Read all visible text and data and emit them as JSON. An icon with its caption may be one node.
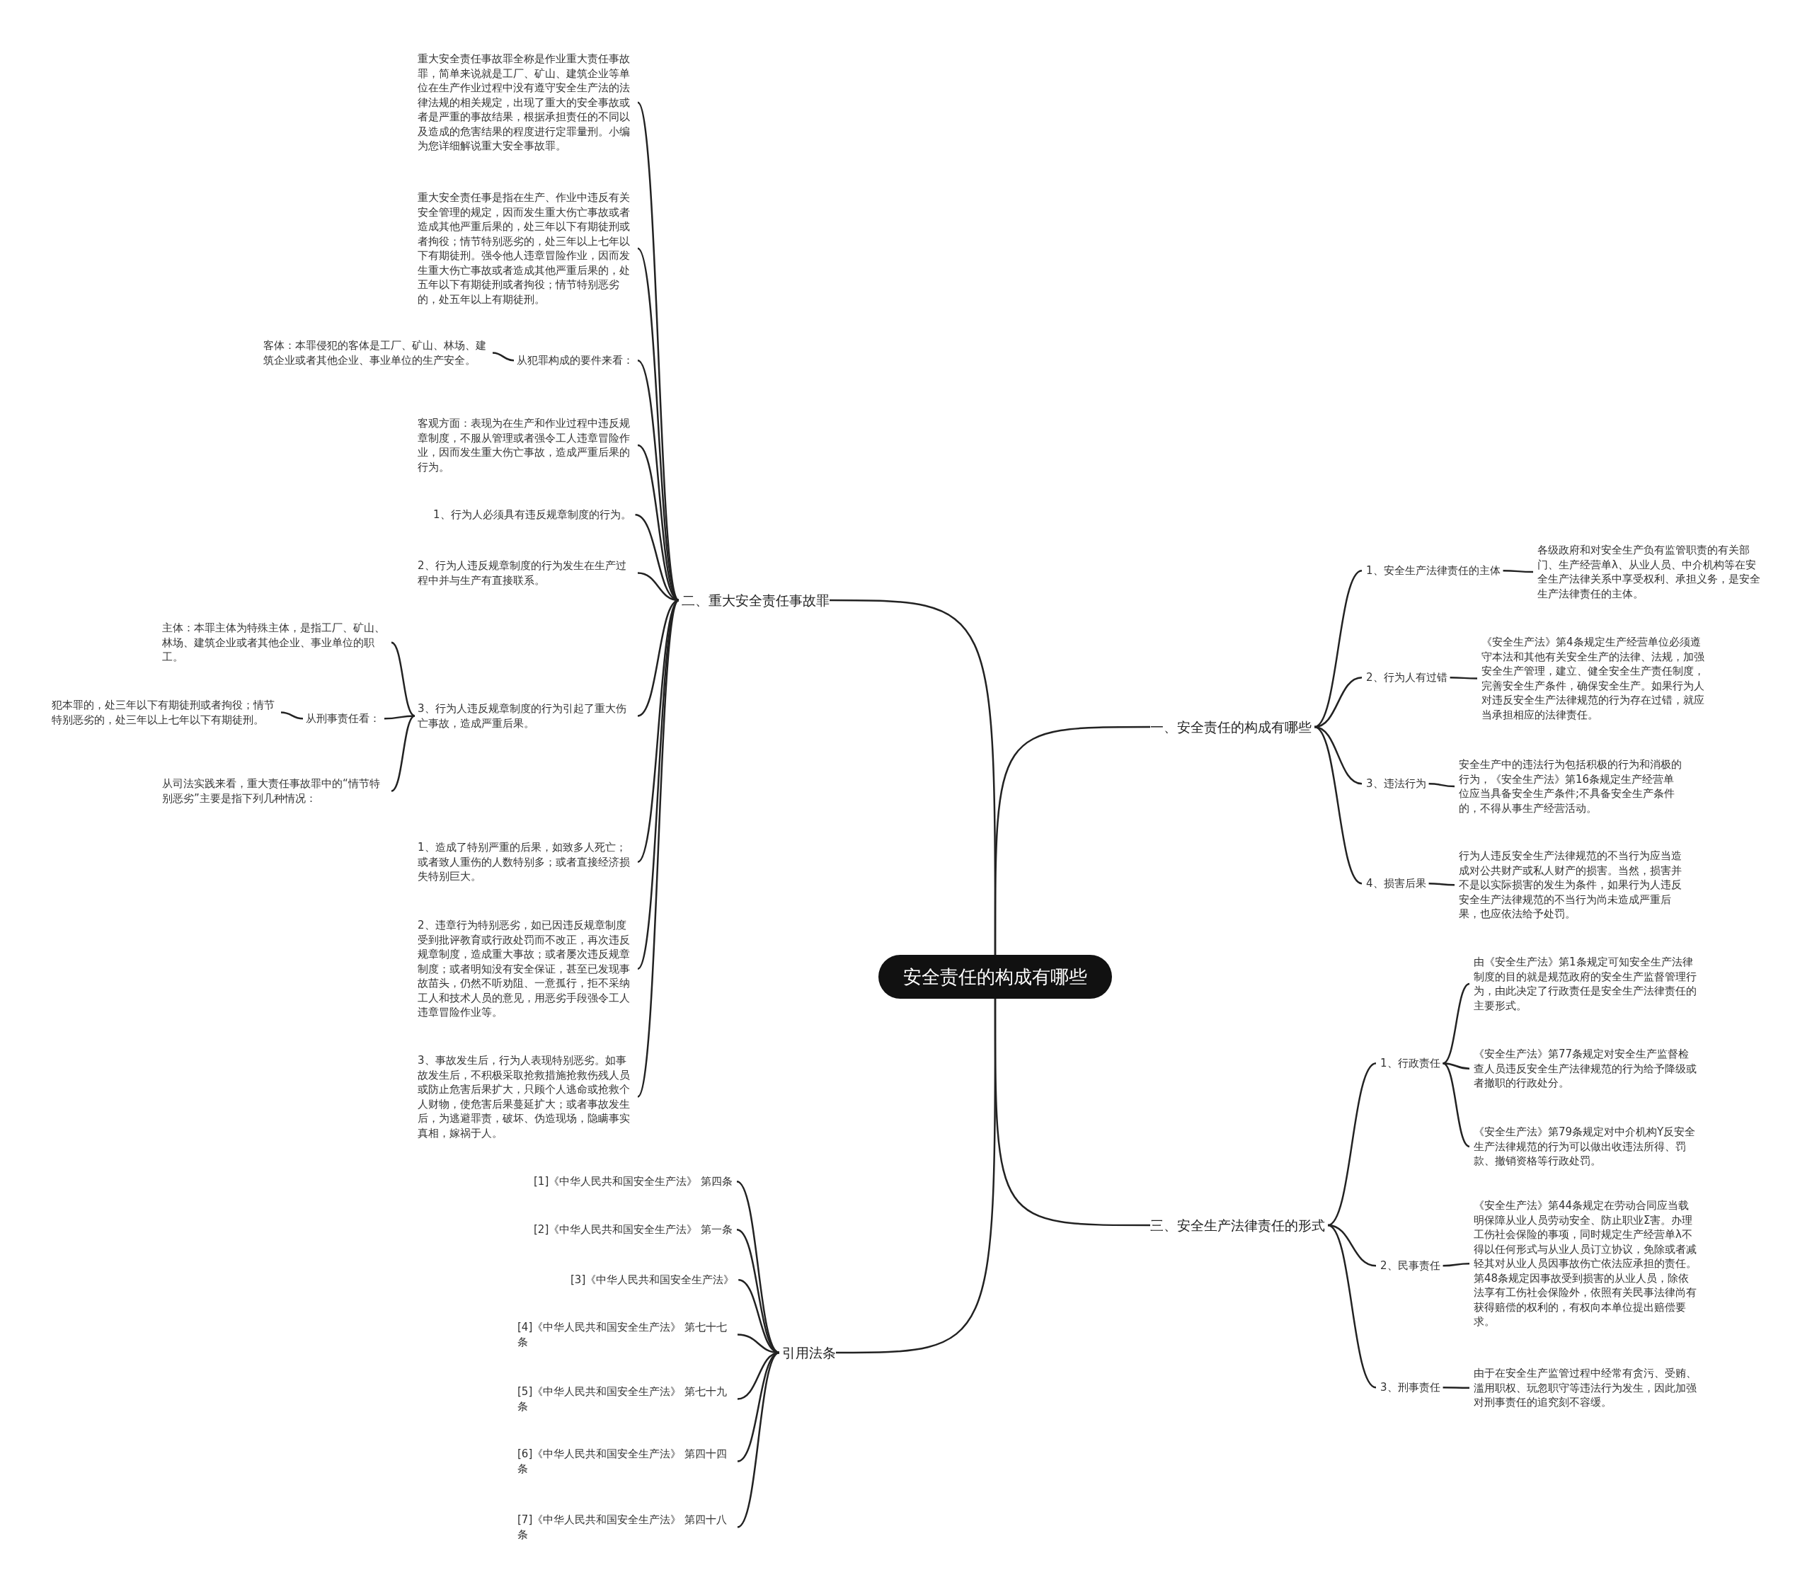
{
  "diagram": {
    "nodes": [
      {
        "text": [
          "安全责任的构成有哪些"
        ]
      },
      {
        "text": [
          "二、重大安全责任事故罪"
        ]
      },
      {
        "text": [
          "重大安全责任事故罪全称是作业重大责任事故罪，简单来说就是工厂、矿山、建筑企业等单位在生产作业过程中没有遵守安全生产法的法律法规的相关规定，出现了重大的安全事故或者是严重的事故结果，根据承担责任的不同以及造成的危害结果的程度进行定罪量刑。小编为您详细解说重大安全事故罪。"
        ]
      },
      {
        "text": [
          "重大安全责任事是指在生产、作业中违反有关安全管理的规定，因而发生重大伤亡事故或者造成其他严重后果的，处三年以下有期徒刑或者拘役；情节特别恶劣的，处三年以上七年以下有期徒刑。强令他人违章冒险作业，因而发生重大伤亡事故或者造成其他严重后果的，处五年以下有期徒刑或者拘役；情节特别恶劣的，处五年以上有期徒刑。"
        ]
      },
      {
        "text": [
          "从犯罪构成的要件来看："
        ]
      },
      {
        "text": [
          "客体：本罪侵犯的客体是工厂、矿山、林场、建筑企业或者其他企业、事业单位的生产安全。"
        ]
      },
      {
        "text": [
          "客观方面：表现为在生产和作业过程中违反规章制度，不服从管理或者强令工人违章冒险作业，因而发生重大伤亡事故，造成严重后果的行为。"
        ]
      },
      {
        "text": [
          "1、行为人必须具有违反规章制度的行为。"
        ]
      },
      {
        "text": [
          "2、行为人违反规章制度的行为发生在生产过程中并与生产有直接联系。"
        ]
      },
      {
        "text": [
          "3、行为人违反规章制度的行为引起了重大伤亡事故，造成严重后果。"
        ]
      },
      {
        "text": [
          "主体：本罪主体为特殊主体，是指工厂、矿山、林场、建筑企业或者其他企业、事业单位的职工。"
        ]
      },
      {
        "text": [
          "从刑事责任看："
        ]
      },
      {
        "text": [
          "犯本罪的，处三年以下有期徒刑或者拘役；情节特别恶劣的，处三年以上七年以下有期徒刑。"
        ]
      },
      {
        "text": [
          "从司法实践来看，重大责任事故罪中的“情节特别恶劣”主要是指下列几种情况："
        ]
      },
      {
        "text": [
          "1、造成了特别严重的后果，如致多人死亡；或者致人重伤的人数特别多；或者直接经济损失特别巨大。"
        ]
      },
      {
        "text": [
          "2、违章行为特别恶劣，如已因违反规章制度受到批评教育或行政处罚而不改正，再次违反规章制度，造成重大事故；或者屡次违反规章制度；或者明知没有安全保证，甚至已发现事故苗头，仍然不听劝阻、一意孤行，拒不采纳工人和技术人员的意见，用恶劣手段强令工人违章冒险作业等。"
        ]
      },
      {
        "text": [
          "3、事故发生后，行为人表现特别恶劣。如事故发生后，不积极采取抢救措施抢救伤残人员或防止危害后果扩大，只顾个人逃命或抢救个人财物，使危害后果蔓延扩大；或者事故发生后，为逃避罪责，破坏、伪造现场，隐瞒事实真相，嫁祸于人。"
        ]
      },
      {
        "text": [
          "一、安全责任的构成有哪些"
        ]
      },
      {
        "text": [
          "1、安全生产法律责任的主体"
        ]
      },
      {
        "text": [
          "各级政府和对安全生产负有监管职责的有关部门、生产经营单λ、从业人员、中介机构等在安全生产法律关系中享受权利、承担义务，是安全生产法律责任的主体。"
        ]
      },
      {
        "text": [
          "2、行为人有过错"
        ]
      },
      {
        "text": [
          "《安全生产法》第4条规定生产经营单位必须遵守本法和其他有关安全生产的法律、法规，加强安全生产管理，建立、健全安全生产责任制度，完善安全生产条件，确保安全生产。如果行为人对违反安全生产法律规范的行为存在过错，就应当承担相应的法律责任。"
        ]
      },
      {
        "text": [
          "3、违法行为"
        ]
      },
      {
        "text": [
          "安全生产中的违法行为包括积极的行为和消极的行为，《安全生产法》第16条规定生产经营单位应当具备安全生产条件;不具备安全生产条件的，不得从事生产经营活动。"
        ]
      },
      {
        "text": [
          "4、损害后果"
        ]
      },
      {
        "text": [
          "行为人违反安全生产法律规范的不当行为应当造成对公共财产或私人财产的损害。当然，损害并不是以实际损害的发生为条件，如果行为人违反安全生产法律规范的不当行为尚未造成严重后果，也应依法给予处罚。"
        ]
      },
      {
        "text": [
          "三、安全生产法律责任的形式"
        ]
      },
      {
        "text": [
          "1、行政责任"
        ]
      },
      {
        "text": [
          "由《安全生产法》第1条规定可知安全生产法律制度的目的就是规范政府的安全生产监督管理行为，由此决定了行政责任是安全生产法律责任的主要形式。"
        ]
      },
      {
        "text": [
          "《安全生产法》第77条规定对安全生产监督检查人员违反安全生产法律规范的行为给予降级或者撤职的行政处分。"
        ]
      },
      {
        "text": [
          "《安全生产法》第79条规定对中介机构Y反安全生产法律规范的行为可以做出收违法所得、罚款、撤销资格等行政处罚。"
        ]
      },
      {
        "text": [
          "2、民事责任"
        ]
      },
      {
        "text": [
          "《安全生产法》第44条规定在劳动合同应当载明保障从业人员劳动安全、防止职业Σ害。办理工伤社会保险的事项，同时规定生产经营单λ不得以任何形式与从业人员订立协议，免除或者减轻其对从业人员因事故伤亡依法应承担的责任。第48条规定因事故受到损害的从业人员，除依法享有工伤社会保险外，依照有关民事法律尚有获得赔偿的权利的，有权向本单位提出赔偿要求。"
        ]
      },
      {
        "text": [
          "3、刑事责任"
        ]
      },
      {
        "text": [
          "由于在安全生产监管过程中经常有贪污、受贿、滥用职权、玩忽职守等违法行为发生，因此加强对刑事责任的追究刻不容缓。"
        ]
      },
      {
        "text": [
          "引用法条"
        ]
      },
      {
        "text": [
          "[1]《中华人民共和国安全生产法》 第四条"
        ]
      },
      {
        "text": [
          "[2]《中华人民共和国安全生产法》 第一条"
        ]
      },
      {
        "text": [
          "[3]《中华人民共和国安全生产法》"
        ]
      },
      {
        "text": [
          "[4]《中华人民共和国安全生产法》 第七十七条"
        ]
      },
      {
        "text": [
          "[5]《中华人民共和国安全生产法》 第七十九条"
        ]
      },
      {
        "text": [
          "[6]《中华人民共和国安全生产法》 第四十四条"
        ]
      },
      {
        "text": [
          "[7]《中华人民共和国安全生产法》 第四十八条"
        ]
      }
    ],
    "edges": [
      {
        "from": 0,
        "to": 1,
        "arrow": "none"
      },
      {
        "from": 1,
        "to": 2,
        "arrow": "none"
      },
      {
        "from": 1,
        "to": 3,
        "arrow": "none"
      },
      {
        "from": 1,
        "to": 4,
        "arrow": "none"
      },
      {
        "from": 4,
        "to": 5,
        "arrow": "none"
      },
      {
        "from": 1,
        "to": 6,
        "arrow": "none"
      },
      {
        "from": 1,
        "to": 7,
        "arrow": "none"
      },
      {
        "from": 1,
        "to": 8,
        "arrow": "none"
      },
      {
        "from": 1,
        "to": 9,
        "arrow": "none"
      },
      {
        "from": 9,
        "to": 10,
        "arrow": "none"
      },
      {
        "from": 9,
        "to": 11,
        "arrow": "none"
      },
      {
        "from": 11,
        "to": 12,
        "arrow": "none"
      },
      {
        "from": 9,
        "to": 13,
        "arrow": "none"
      },
      {
        "from": 1,
        "to": 14,
        "arrow": "none"
      },
      {
        "from": 1,
        "to": 15,
        "arrow": "none"
      },
      {
        "from": 1,
        "to": 16,
        "arrow": "none"
      },
      {
        "from": 0,
        "to": 17,
        "arrow": "none"
      },
      {
        "from": 17,
        "to": 18,
        "arrow": "none"
      },
      {
        "from": 18,
        "to": 19,
        "arrow": "none"
      },
      {
        "from": 17,
        "to": 20,
        "arrow": "none"
      },
      {
        "from": 20,
        "to": 21,
        "arrow": "none"
      },
      {
        "from": 17,
        "to": 22,
        "arrow": "none"
      },
      {
        "from": 22,
        "to": 23,
        "arrow": "none"
      },
      {
        "from": 17,
        "to": 24,
        "arrow": "none"
      },
      {
        "from": 24,
        "to": 25,
        "arrow": "none"
      },
      {
        "from": 0,
        "to": 26,
        "arrow": "none"
      },
      {
        "from": 26,
        "to": 27,
        "arrow": "none"
      },
      {
        "from": 27,
        "to": 28,
        "arrow": "none"
      },
      {
        "from": 27,
        "to": 29,
        "arrow": "none"
      },
      {
        "from": 27,
        "to": 30,
        "arrow": "none"
      },
      {
        "from": 26,
        "to": 31,
        "arrow": "none"
      },
      {
        "from": 31,
        "to": 32,
        "arrow": "none"
      },
      {
        "from": 26,
        "to": 33,
        "arrow": "none"
      },
      {
        "from": 33,
        "to": 34,
        "arrow": "none"
      },
      {
        "from": 0,
        "to": 35,
        "arrow": "none"
      },
      {
        "from": 35,
        "to": 36,
        "arrow": "none"
      },
      {
        "from": 35,
        "to": 37,
        "arrow": "none"
      },
      {
        "from": 35,
        "to": 38,
        "arrow": "none"
      },
      {
        "from": 35,
        "to": 39,
        "arrow": "none"
      },
      {
        "from": 35,
        "to": 40,
        "arrow": "none"
      },
      {
        "from": 35,
        "to": 41,
        "arrow": "none"
      },
      {
        "from": 35,
        "to": 42,
        "arrow": "none"
      }
    ]
  }
}
